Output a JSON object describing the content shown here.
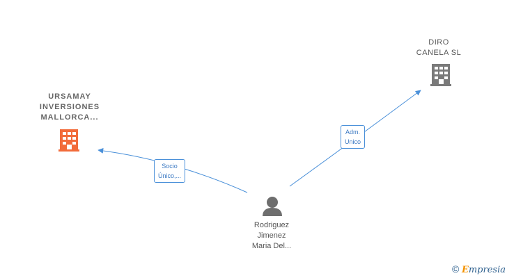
{
  "colors": {
    "edge": "#4a90d9",
    "company_main": "#f26b3a",
    "company_other": "#7a7a7a",
    "person": "#6e6e6e"
  },
  "nodes": {
    "ursamay": {
      "lines": [
        "URSAMAY",
        "INVERSIONES",
        "MALLORCA..."
      ],
      "icon": "building-icon"
    },
    "diro": {
      "lines": [
        "DIRO",
        "CANELA SL"
      ],
      "icon": "building-icon"
    },
    "person": {
      "lines": [
        "Rodriguez",
        "Jimenez",
        "Maria Del..."
      ],
      "icon": "person-icon"
    }
  },
  "edges": {
    "socio": {
      "lines": [
        "Socio",
        "Único,..."
      ]
    },
    "adm": {
      "lines": [
        "Adm.",
        "Unico"
      ]
    }
  },
  "footer": {
    "copyright": "©",
    "brand_first": "E",
    "brand_rest": "mpresia"
  }
}
